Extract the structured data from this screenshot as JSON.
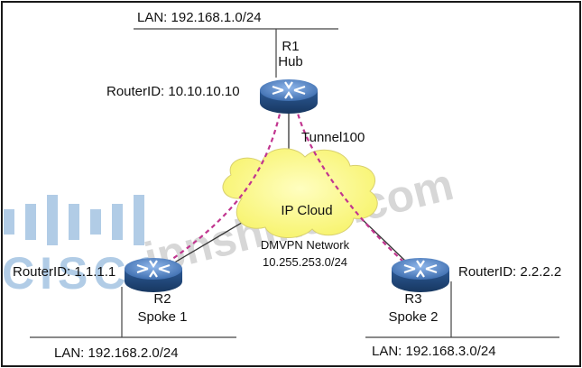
{
  "hub": {
    "lan": "LAN: 192.168.1.0/24",
    "name": "R1",
    "role": "Hub",
    "router_id": "RouterID: 10.10.10.10",
    "tunnel": "Tunnel100"
  },
  "spoke1": {
    "lan": "LAN: 192.168.2.0/24",
    "name": "R2",
    "role": "Spoke 1",
    "router_id": "RouterID: 1.1.1.1"
  },
  "spoke2": {
    "lan": "LAN: 192.168.3.0/24",
    "name": "R3",
    "role": "Spoke 2",
    "router_id": "RouterID: 2.2.2.2"
  },
  "cloud": {
    "label": "IP Cloud",
    "network_label": "DMVPN Network",
    "network_subnet": "10.255.253.0/24"
  },
  "watermark": {
    "site": "jpnshiken.com",
    "brand": "CISCO"
  },
  "colors": {
    "router_body": "#2f5d9a",
    "router_top": "#5f8fd0",
    "tunnel": "#c1358f",
    "cloud": "#fffd8a",
    "border": "#1a1a1a"
  }
}
